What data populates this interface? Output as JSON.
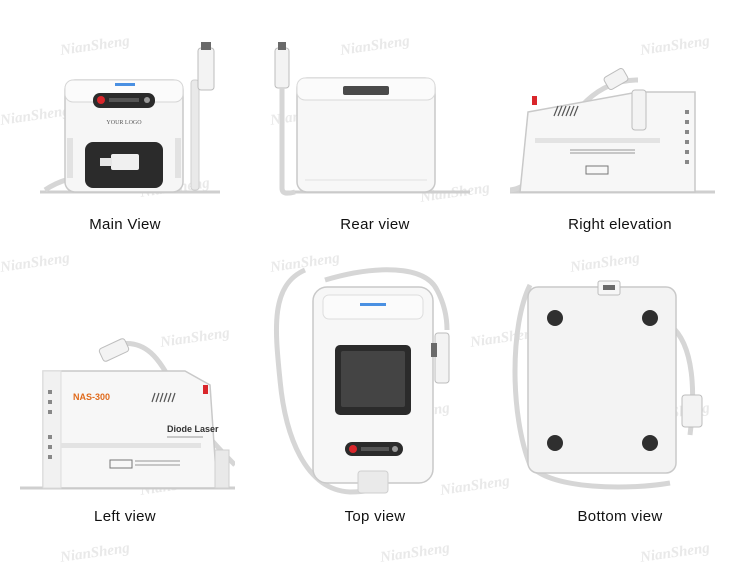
{
  "watermark": "NianSheng",
  "colors": {
    "body": "#f6f6f6",
    "outline": "#c9c9c9",
    "dark": "#2b2b2b",
    "accent_red": "#d9262b",
    "accent_blue": "#4a90e2"
  },
  "views": [
    {
      "caption": "Main View",
      "logo_text": "YOUR LOGO"
    },
    {
      "caption": "Rear view"
    },
    {
      "caption": "Right elevation"
    },
    {
      "caption": "Left view",
      "model": "NAS-300",
      "product": "Diode Laser"
    },
    {
      "caption": "Top view"
    },
    {
      "caption": "Bottom view"
    }
  ]
}
